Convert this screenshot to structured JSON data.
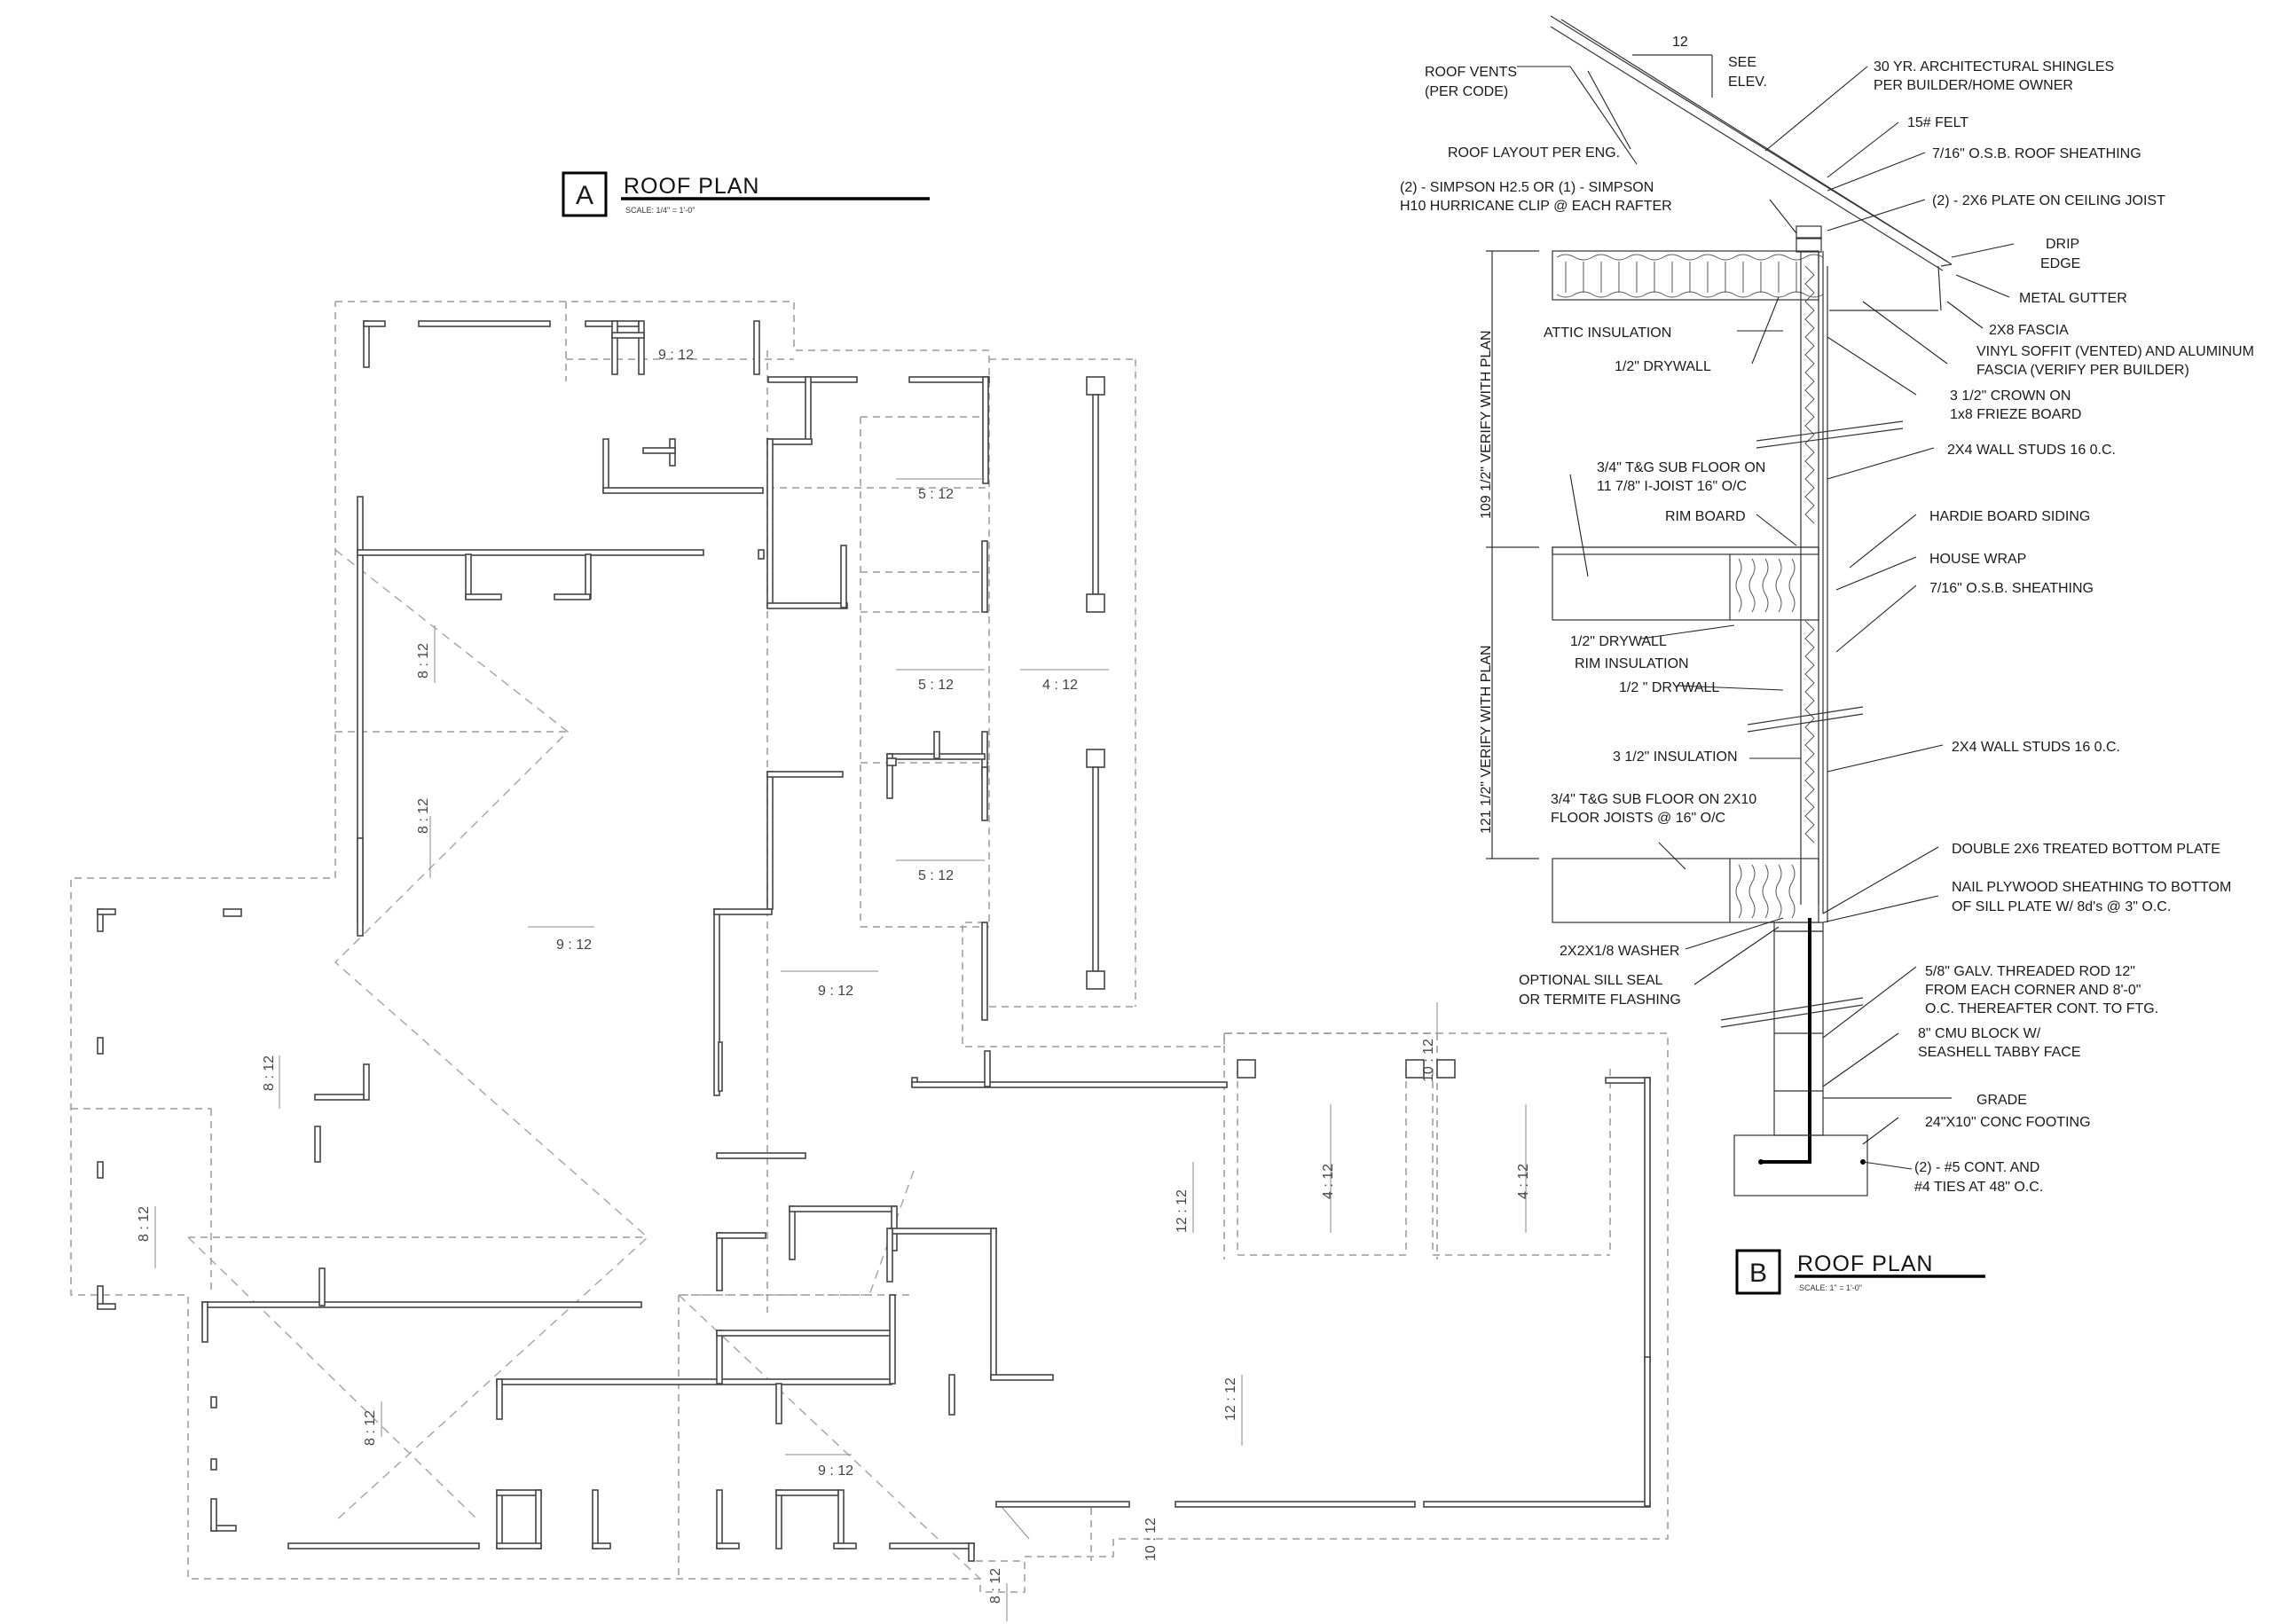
{
  "roof_plan_a": {
    "tag": "A",
    "title": "ROOF PLAN",
    "scale": "SCALE: 1/4\" = 1'-0\"",
    "slopes": [
      "9 : 12",
      "5 : 12",
      "5 : 12",
      "4 : 12",
      "8 : 12",
      "8 : 12",
      "5 : 12",
      "9 : 12",
      "9 : 12",
      "8 : 12",
      "8 : 12",
      "10 : 12",
      "4 : 12",
      "4 : 12",
      "12 : 12",
      "8 : 12",
      "12 : 12",
      "9 : 12",
      "10 : 12",
      "8 : 12"
    ]
  },
  "roof_plan_b": {
    "tag": "B",
    "title": "ROOF PLAN",
    "scale": "SCALE: 1\" = 1'-0\""
  },
  "section": {
    "pitch_run": "12",
    "see_elev": [
      "SEE",
      "ELEV."
    ],
    "height_upper": "109 1/2\" VERIFY WITH PLAN",
    "height_lower": "121 1/2\" VERIFY WITH PLAN",
    "labels": [
      [
        "ROOF VENTS",
        "(PER CODE)"
      ],
      [
        "ROOF LAYOUT PER ENG."
      ],
      [
        "(2) - SIMPSON H2.5 OR (1) - SIMPSON",
        "H10 HURRICANE CLIP @ EACH RAFTER"
      ],
      [
        "ATTIC INSULATION"
      ],
      [
        "1/2\" DRYWALL"
      ],
      [
        "3/4\" T&G SUB FLOOR ON",
        "11 7/8\" I-JOIST 16\" O/C"
      ],
      [
        "RIM BOARD"
      ],
      [
        "1/2\" DRYWALL"
      ],
      [
        "RIM INSULATION"
      ],
      [
        "1/2 \" DRYWALL"
      ],
      [
        "3 1/2\" INSULATION"
      ],
      [
        "3/4\" T&G SUB FLOOR ON 2X10",
        "FLOOR JOISTS @ 16\" O/C"
      ],
      [
        "2X2X1/8 WASHER"
      ],
      [
        "OPTIONAL SILL SEAL",
        "OR TERMITE FLASHING"
      ],
      [
        "30 YR. ARCHITECTURAL SHINGLES",
        "PER BUILDER/HOME OWNER"
      ],
      [
        "15# FELT"
      ],
      [
        "7/16\" O.S.B. ROOF SHEATHING"
      ],
      [
        "(2) - 2X6 PLATE ON CEILING JOIST"
      ],
      [
        "DRIP",
        "EDGE"
      ],
      [
        "METAL GUTTER"
      ],
      [
        "2X8 FASCIA"
      ],
      [
        "VINYL SOFFIT (VENTED)  AND ALUMINUM",
        "FASCIA (VERIFY PER BUILDER)"
      ],
      [
        "3 1/2\" CROWN ON",
        "1x8 FRIEZE BOARD"
      ],
      [
        "2X4 WALL STUDS 16 0.C."
      ],
      [
        "HARDIE BOARD SIDING"
      ],
      [
        "HOUSE WRAP"
      ],
      [
        "7/16\" O.S.B. SHEATHING"
      ],
      [
        "2X4 WALL STUDS 16 0.C."
      ],
      [
        "DOUBLE 2X6 TREATED BOTTOM PLATE"
      ],
      [
        "NAIL PLYWOOD SHEATHING TO BOTTOM",
        "OF SILL PLATE W/ 8d's @ 3\" O.C."
      ],
      [
        "5/8\" GALV. THREADED ROD 12\"",
        "FROM EACH CORNER AND 8'-0\"",
        "O.C. THEREAFTER CONT. TO FTG."
      ],
      [
        "8\" CMU BLOCK W/",
        "SEASHELL TABBY FACE"
      ],
      [
        "GRADE"
      ],
      [
        "24\"X10\" CONC FOOTING"
      ],
      [
        "(2) - #5 CONT. AND",
        "#4 TIES AT 48\" O.C."
      ]
    ]
  }
}
